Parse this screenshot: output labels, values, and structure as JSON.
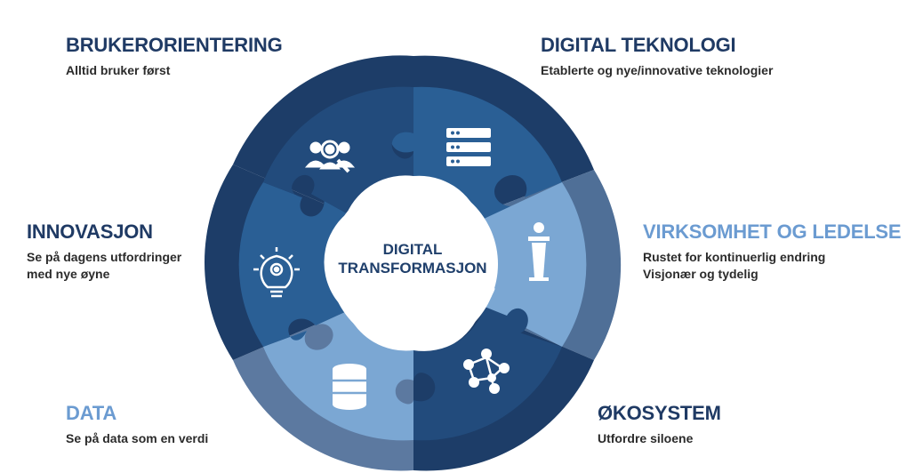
{
  "center": {
    "line1": "DIGITAL",
    "line2": "TRANSFORMASJON"
  },
  "colors": {
    "dark_navy": "#1d3d68",
    "mid_blue": "#2a5f95",
    "light_blue": "#79a6d2",
    "slate": "#5a7aa1",
    "heading_navy": "#1f3a64",
    "heading_light": "#6b9bd1"
  },
  "sections": [
    {
      "key": "brukerorientering",
      "title": "BRUKERORIENTERING",
      "lines": [
        "Alltid bruker først"
      ],
      "icon": "users-search-icon"
    },
    {
      "key": "digital-teknologi",
      "title": "DIGITAL TEKNOLOGI",
      "lines": [
        "Etablerte og nye/innovative teknologier"
      ],
      "icon": "server-icon"
    },
    {
      "key": "virksomhet-og-ledelse",
      "title": "VIRKSOMHET OG LEDELSE",
      "lines": [
        "Rustet for kontinuerlig endring",
        "Visjonær og tydelig"
      ],
      "icon": "podium-icon"
    },
    {
      "key": "okosystem",
      "title": "ØKOSYSTEM",
      "lines": [
        "Utfordre siloene"
      ],
      "icon": "network-icon"
    },
    {
      "key": "data",
      "title": "DATA",
      "lines": [
        "Se på data som en verdi"
      ],
      "icon": "database-icon"
    },
    {
      "key": "innovasjon",
      "title": "INNOVASJON",
      "lines": [
        "Se på dagens utfordringer",
        "med nye øyne"
      ],
      "icon": "lightbulb-gear-icon"
    }
  ]
}
